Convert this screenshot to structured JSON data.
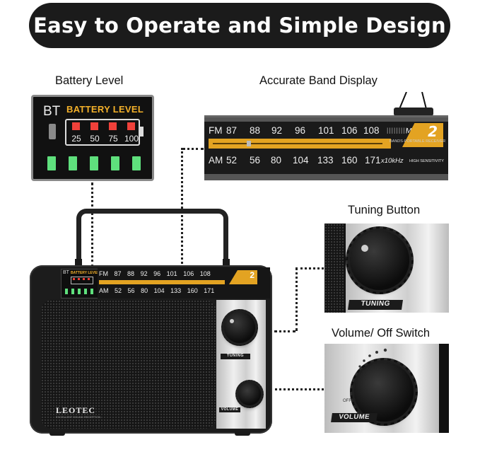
{
  "title": "Easy to Operate and Simple Design",
  "captions": {
    "battery": "Battery Level",
    "band": "Accurate Band Display",
    "tuning": "Tuning Button",
    "volume": "Volume/ Off Switch"
  },
  "battery_panel": {
    "bt": "BT",
    "label": "BATTERY LEVEL",
    "levels": [
      "25",
      "50",
      "75",
      "100"
    ]
  },
  "band_panel": {
    "fm_label": "FM",
    "fm_values": [
      "87",
      "88",
      "92",
      "96",
      "101",
      "106",
      "108"
    ],
    "fm_unit": "MHz",
    "am_label": "AM",
    "am_values": [
      "52",
      "56",
      "80",
      "104",
      "133",
      "160",
      "171"
    ],
    "am_unit": "x10kHz",
    "badge_number": "2",
    "badge_text": "BANDS-PORTABLE RECEIVER",
    "sensitivity": "HIGH SENSITIVITY"
  },
  "knobs": {
    "tuning_label": "TUNING",
    "volume_label": "VOLUME",
    "off_label": "OFF"
  },
  "radio": {
    "brand": "LEOTEC",
    "brand_sub": "EXCELLENT SOUND RECEPTION"
  },
  "colors": {
    "banner_bg": "#1b1b1b",
    "gold": "#e3a322",
    "battery_red": "#f0413a",
    "battery_green": "#5fe07d",
    "battery_label": "#f4b12a"
  }
}
